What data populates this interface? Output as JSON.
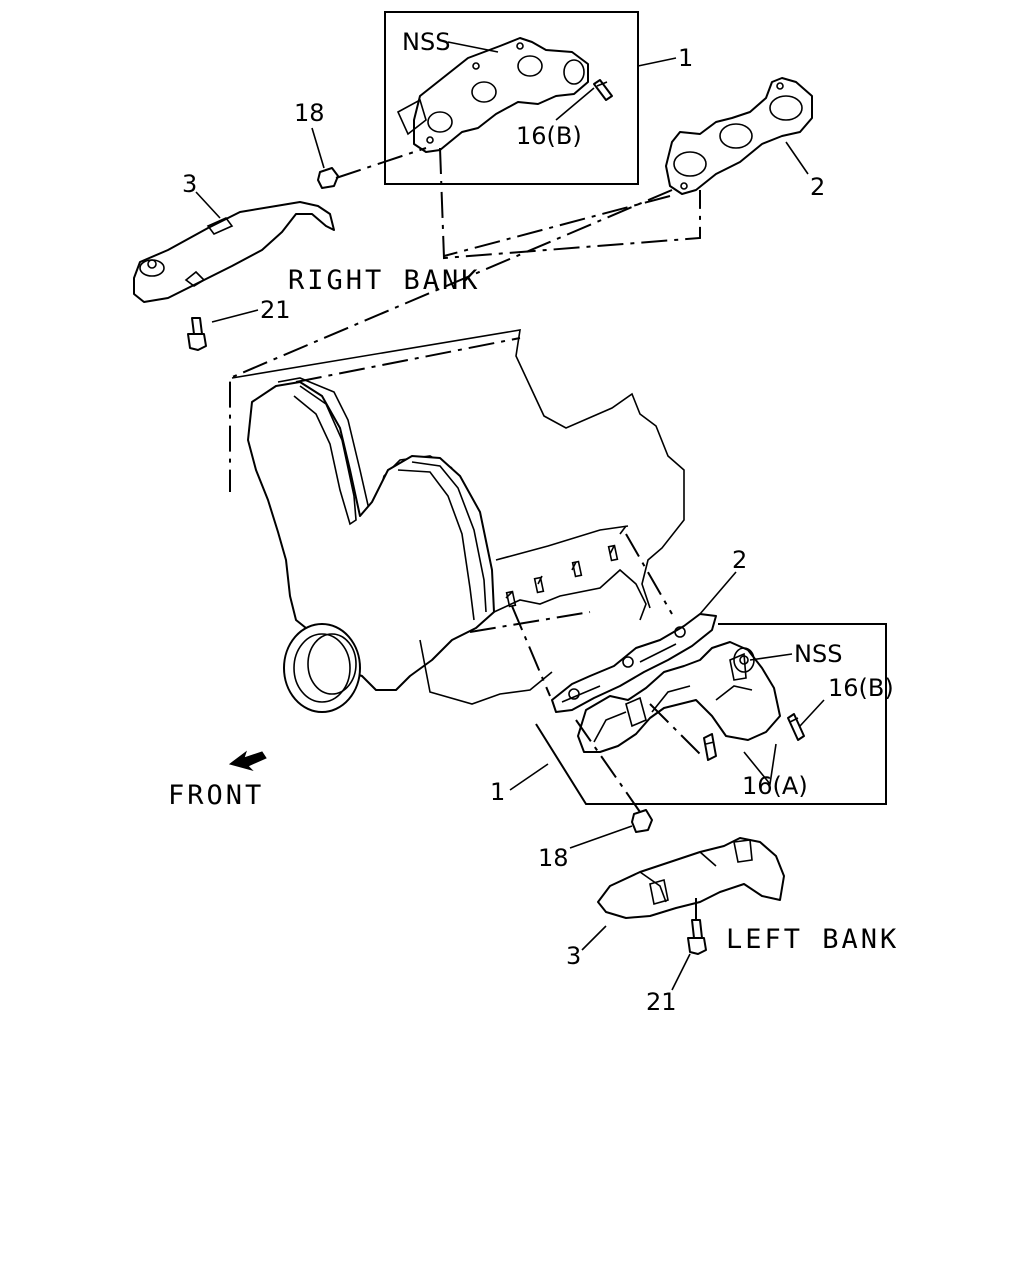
{
  "labels": {
    "right_nss": "NSS",
    "right_manifold": "1",
    "right_gasket": "2",
    "right_stud": "16(B)",
    "right_nut": "18",
    "right_cover": "3",
    "right_bolt": "21",
    "right_bank": "RIGHT BANK",
    "left_gasket": "2",
    "left_nss": "NSS",
    "left_stud_b": "16(B)",
    "left_manifold": "1",
    "left_stud_a": "16(A)",
    "left_nut": "18",
    "left_cover": "3",
    "left_bolt": "21",
    "left_bank": "LEFT BANK",
    "front": "FRONT"
  }
}
